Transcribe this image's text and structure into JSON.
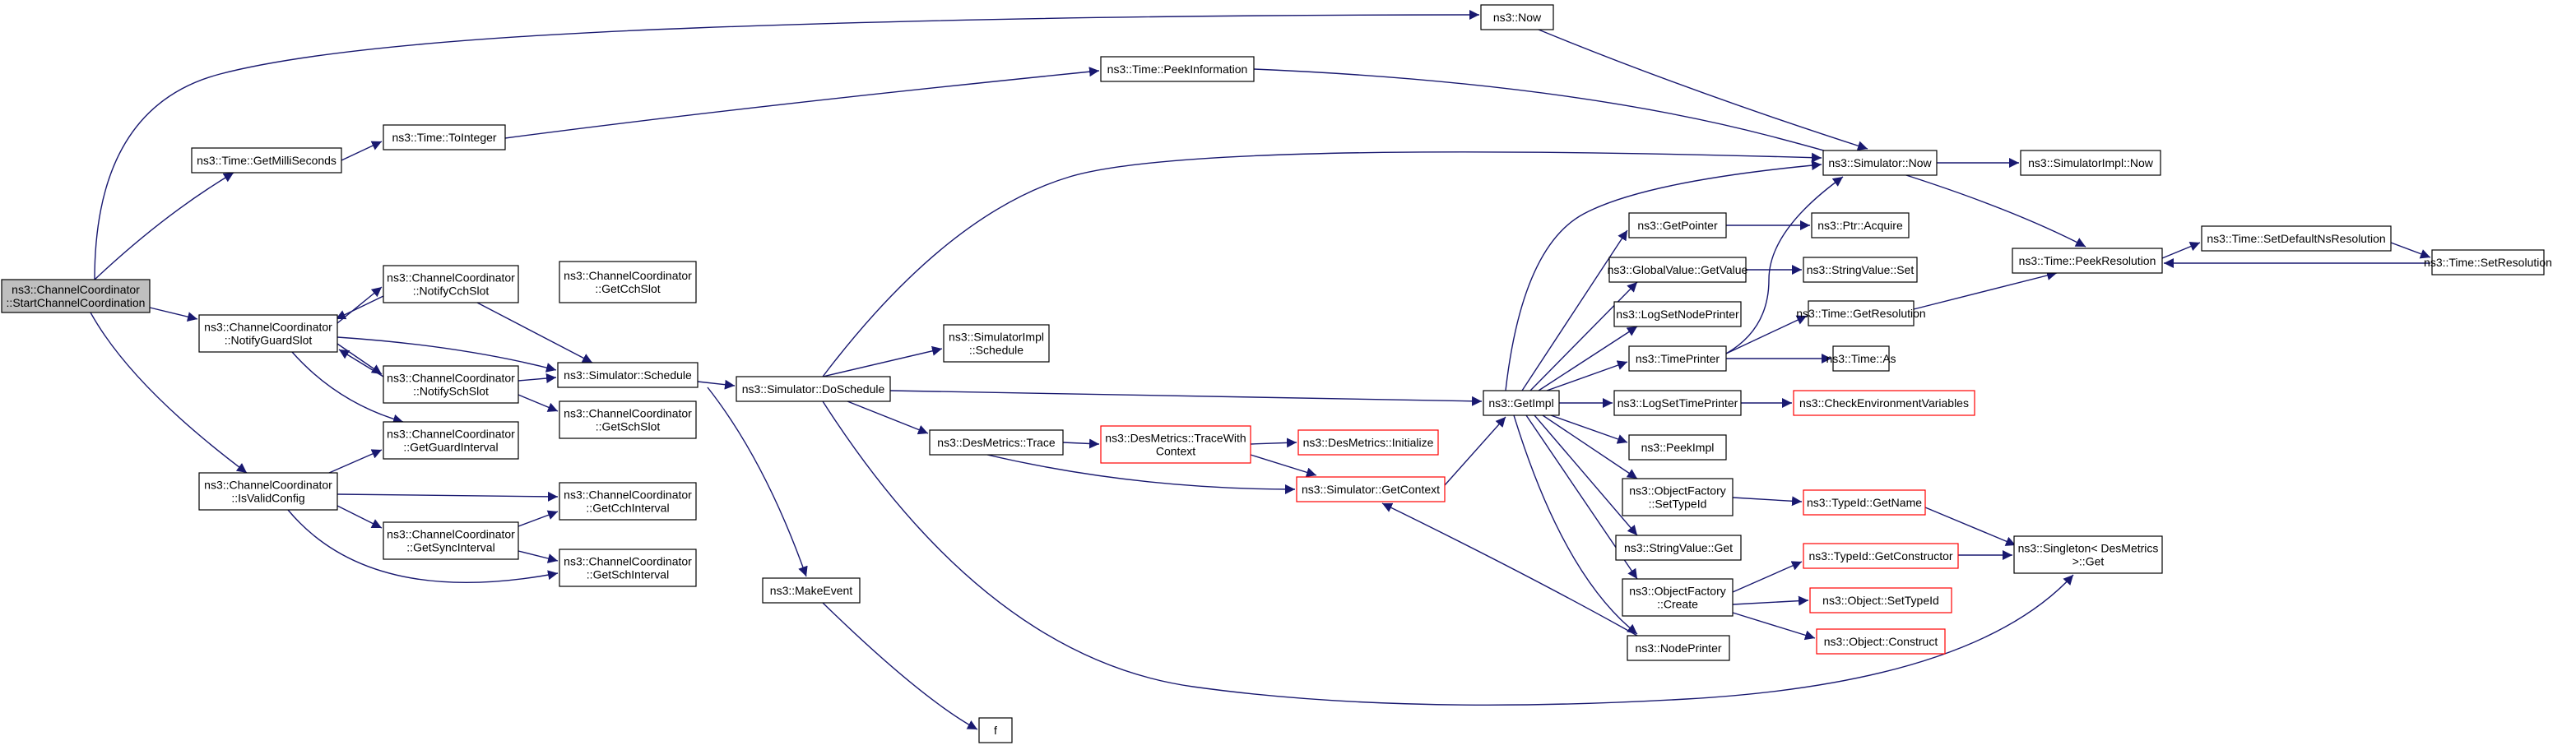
{
  "colors": {
    "edge": "#191970",
    "node_border": "#000000",
    "node_border_red": "#ff0000",
    "root_fill": "#bfbfbf",
    "node_fill": "#ffffff",
    "background": "#ffffff"
  },
  "diagram": {
    "nodes": [
      {
        "id": "start",
        "lines": [
          "ns3::ChannelCoordinator",
          "::StartChannelCoordination"
        ],
        "style": "root"
      },
      {
        "id": "getms",
        "lines": [
          "ns3::Time::GetMilliSeconds"
        ],
        "style": "black"
      },
      {
        "id": "toint",
        "lines": [
          "ns3::Time::ToInteger"
        ],
        "style": "black"
      },
      {
        "id": "now",
        "lines": [
          "ns3::Now"
        ],
        "style": "black"
      },
      {
        "id": "peekinfo",
        "lines": [
          "ns3::Time::PeekInformation"
        ],
        "style": "black"
      },
      {
        "id": "guardslot",
        "lines": [
          "ns3::ChannelCoordinator",
          "::NotifyGuardSlot"
        ],
        "style": "black"
      },
      {
        "id": "cchslot",
        "lines": [
          "ns3::ChannelCoordinator",
          "::NotifyCchSlot"
        ],
        "style": "black"
      },
      {
        "id": "getcchslot",
        "lines": [
          "ns3::ChannelCoordinator",
          "::GetCchSlot"
        ],
        "style": "black"
      },
      {
        "id": "schedule",
        "lines": [
          "ns3::Simulator::Schedule"
        ],
        "style": "black"
      },
      {
        "id": "schslot",
        "lines": [
          "ns3::ChannelCoordinator",
          "::NotifySchSlot"
        ],
        "style": "black"
      },
      {
        "id": "getschslot",
        "lines": [
          "ns3::ChannelCoordinator",
          "::GetSchSlot"
        ],
        "style": "black"
      },
      {
        "id": "guardint",
        "lines": [
          "ns3::ChannelCoordinator",
          "::GetGuardInterval"
        ],
        "style": "black"
      },
      {
        "id": "isvalid",
        "lines": [
          "ns3::ChannelCoordinator",
          "::IsValidConfig"
        ],
        "style": "black"
      },
      {
        "id": "getcchint",
        "lines": [
          "ns3::ChannelCoordinator",
          "::GetCchInterval"
        ],
        "style": "black"
      },
      {
        "id": "syncint",
        "lines": [
          "ns3::ChannelCoordinator",
          "::GetSyncInterval"
        ],
        "style": "black"
      },
      {
        "id": "getschint",
        "lines": [
          "ns3::ChannelCoordinator",
          "::GetSchInterval"
        ],
        "style": "black"
      },
      {
        "id": "simimplsched",
        "lines": [
          "ns3::SimulatorImpl",
          "::Schedule"
        ],
        "style": "black"
      },
      {
        "id": "doschedule",
        "lines": [
          "ns3::Simulator::DoSchedule"
        ],
        "style": "black"
      },
      {
        "id": "makeevent",
        "lines": [
          "ns3::MakeEvent"
        ],
        "style": "black"
      },
      {
        "id": "f",
        "lines": [
          "f"
        ],
        "style": "black"
      },
      {
        "id": "destrace",
        "lines": [
          "ns3::DesMetrics::Trace"
        ],
        "style": "black"
      },
      {
        "id": "destracewith",
        "lines": [
          "ns3::DesMetrics::TraceWith",
          "Context"
        ],
        "style": "red"
      },
      {
        "id": "desinit",
        "lines": [
          "ns3::DesMetrics::Initialize"
        ],
        "style": "red"
      },
      {
        "id": "getcontext",
        "lines": [
          "ns3::Simulator::GetContext"
        ],
        "style": "red"
      },
      {
        "id": "getimpl",
        "lines": [
          "ns3::GetImpl"
        ],
        "style": "black"
      },
      {
        "id": "simnow",
        "lines": [
          "ns3::Simulator::Now"
        ],
        "style": "black"
      },
      {
        "id": "implnow",
        "lines": [
          "ns3::SimulatorImpl::Now"
        ],
        "style": "black"
      },
      {
        "id": "getpointer",
        "lines": [
          "ns3::GetPointer"
        ],
        "style": "black"
      },
      {
        "id": "ptracquire",
        "lines": [
          "ns3::Ptr::Acquire"
        ],
        "style": "black"
      },
      {
        "id": "gvgetvalue",
        "lines": [
          "ns3::GlobalValue::GetValue"
        ],
        "style": "black"
      },
      {
        "id": "strvalset",
        "lines": [
          "ns3::StringValue::Set"
        ],
        "style": "black"
      },
      {
        "id": "lognodeprinter",
        "lines": [
          "ns3::LogSetNodePrinter"
        ],
        "style": "black"
      },
      {
        "id": "timeprinter",
        "lines": [
          "ns3::TimePrinter"
        ],
        "style": "black"
      },
      {
        "id": "getres",
        "lines": [
          "ns3::Time::GetResolution"
        ],
        "style": "black"
      },
      {
        "id": "timeas",
        "lines": [
          "ns3::Time::As"
        ],
        "style": "black"
      },
      {
        "id": "logtimeprinter",
        "lines": [
          "ns3::LogSetTimePrinter"
        ],
        "style": "black"
      },
      {
        "id": "checkenv",
        "lines": [
          "ns3::CheckEnvironmentVariables"
        ],
        "style": "red"
      },
      {
        "id": "peekimpl",
        "lines": [
          "ns3::PeekImpl"
        ],
        "style": "black"
      },
      {
        "id": "ofsettypeid",
        "lines": [
          "ns3::ObjectFactory",
          "::SetTypeId"
        ],
        "style": "black"
      },
      {
        "id": "typeidgetname",
        "lines": [
          "ns3::TypeId::GetName"
        ],
        "style": "red"
      },
      {
        "id": "strvalget",
        "lines": [
          "ns3::StringValue::Get"
        ],
        "style": "black"
      },
      {
        "id": "ofcreate",
        "lines": [
          "ns3::ObjectFactory",
          "::Create"
        ],
        "style": "black"
      },
      {
        "id": "typeidgetctor",
        "lines": [
          "ns3::TypeId::GetConstructor"
        ],
        "style": "red"
      },
      {
        "id": "objsettypeid",
        "lines": [
          "ns3::Object::SetTypeId"
        ],
        "style": "red"
      },
      {
        "id": "objconstruct",
        "lines": [
          "ns3::Object::Construct"
        ],
        "style": "red"
      },
      {
        "id": "nodeprinter",
        "lines": [
          "ns3::NodePrinter"
        ],
        "style": "black"
      },
      {
        "id": "singleton",
        "lines": [
          "ns3::Singleton< DesMetrics",
          " >::Get"
        ],
        "style": "black"
      },
      {
        "id": "peekres",
        "lines": [
          "ns3::Time::PeekResolution"
        ],
        "style": "black"
      },
      {
        "id": "setdefres",
        "lines": [
          "ns3::Time::SetDefaultNsResolution"
        ],
        "style": "black"
      },
      {
        "id": "setres",
        "lines": [
          "ns3::Time::SetResolution"
        ],
        "style": "black"
      }
    ]
  }
}
